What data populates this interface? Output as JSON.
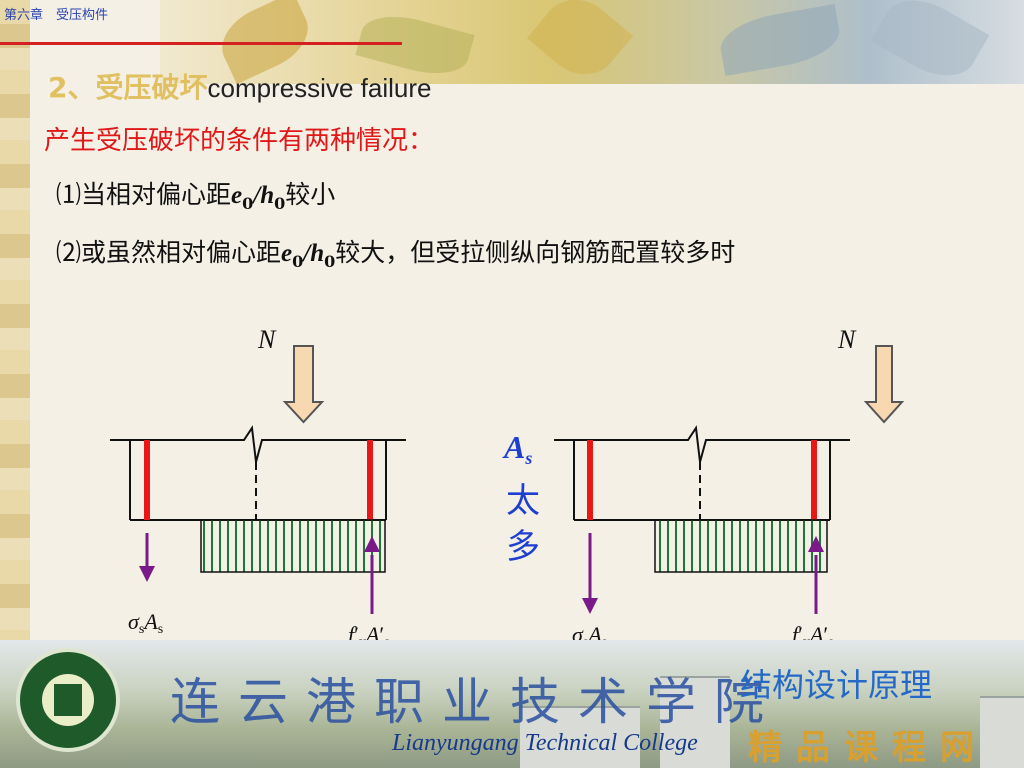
{
  "header": {
    "breadcrumb": "第六章　受压构件"
  },
  "section": {
    "number": "2、受压破坏",
    "english": "compressive failure"
  },
  "subtitle": "产生受压破坏的条件有两种情况：",
  "conditions": [
    {
      "prefix": "⑴当相对偏心距",
      "e": "e",
      "e_sub": "0",
      "slash": "/",
      "h": "h",
      "h_sub": "0",
      "suffix": "较小"
    },
    {
      "prefix": "⑵或虽然相对偏心距",
      "e": "e",
      "e_sub": "0",
      "slash": "/",
      "h": "h",
      "h_sub": "0",
      "suffix": "较大，但受拉侧纵向钢筋配置较多时"
    }
  ],
  "diagram": {
    "left": {
      "load": "N",
      "tension_label": {
        "sym": "σ",
        "sub1": "s",
        "sym2": "A",
        "sub2": "s"
      },
      "compression_label": {
        "f": "f",
        "prime1": "′",
        "sub1": "y",
        "A": "A",
        "prime2": "′",
        "sub2": "s"
      }
    },
    "right": {
      "load": "N",
      "tension_label": {
        "sym": "σ",
        "sub1": "s",
        "sym2": "A",
        "sub2": "s"
      },
      "compression_label": {
        "f": "f",
        "prime1": "′",
        "sub1": "y",
        "A": "A",
        "prime2": "′",
        "sub2": "s"
      }
    },
    "note": {
      "symbol": "A",
      "sub": "s",
      "line1": "太",
      "line2": "多"
    },
    "colors": {
      "rebar": "#e81818",
      "arrow_tension": "#7a1a88",
      "stress_block": "#1a7a3a",
      "load_arrow_fill": "#f8d8b0",
      "note": "#1f3fd0"
    }
  },
  "footer": {
    "college_cn": "连云港职业技术学院",
    "college_en": "Lianyungang Technical College",
    "course_title": "结构设计原理",
    "quality_label": "精品课程网"
  }
}
